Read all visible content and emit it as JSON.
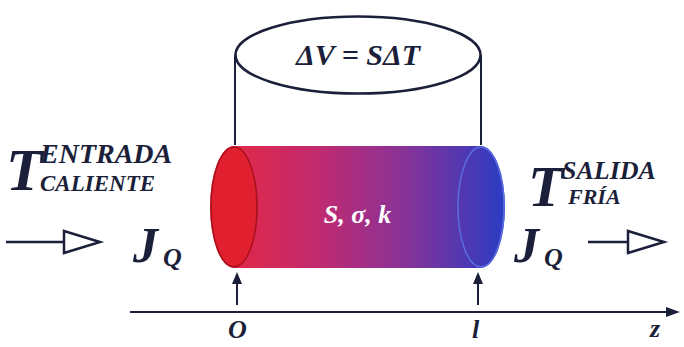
{
  "diagram": {
    "nodes": [
      {
        "text": [
          "ΔV = SΔT"
        ]
      },
      {
        "text": [
          "S, σ, k"
        ]
      }
    ],
    "edges": [
      {
        "from": 1,
        "to": 0,
        "arrow": "none"
      },
      {
        "from": 1,
        "to": 0,
        "arrow": "none"
      }
    ],
    "labels": [
      "T",
      "ENTRADA",
      "CALIENTE",
      "J",
      "Q",
      "T",
      "SALIDA",
      "FRÍA",
      "J",
      "Q",
      "O",
      "l",
      "z"
    ]
  }
}
